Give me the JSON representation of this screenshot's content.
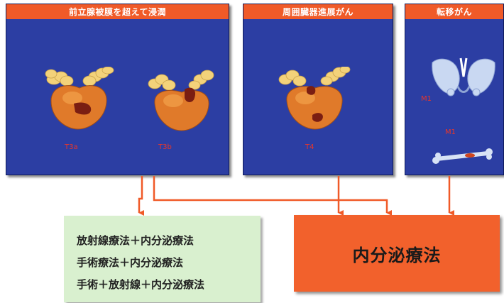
{
  "panels": [
    {
      "header": "前立腺被膜を超えて浸潤",
      "labels": [
        "T3a",
        "T3b"
      ]
    },
    {
      "header": "周囲臓器進展がん",
      "labels": [
        "T4"
      ]
    },
    {
      "header": "転移がん",
      "labels": [
        "M1",
        "M1"
      ]
    }
  ],
  "treatments": {
    "combined": [
      "放射線療法＋内分泌療法",
      "手術療法＋内分泌療法",
      "手術＋放射線＋内分泌療法"
    ],
    "hormonal": "内分泌療法"
  },
  "colors": {
    "panel_bg": "#2c3ea3",
    "header": "#f05a28",
    "arrow": "#f05a28",
    "green_box": "#d9f0cf",
    "orange_box": "#f2612c"
  }
}
